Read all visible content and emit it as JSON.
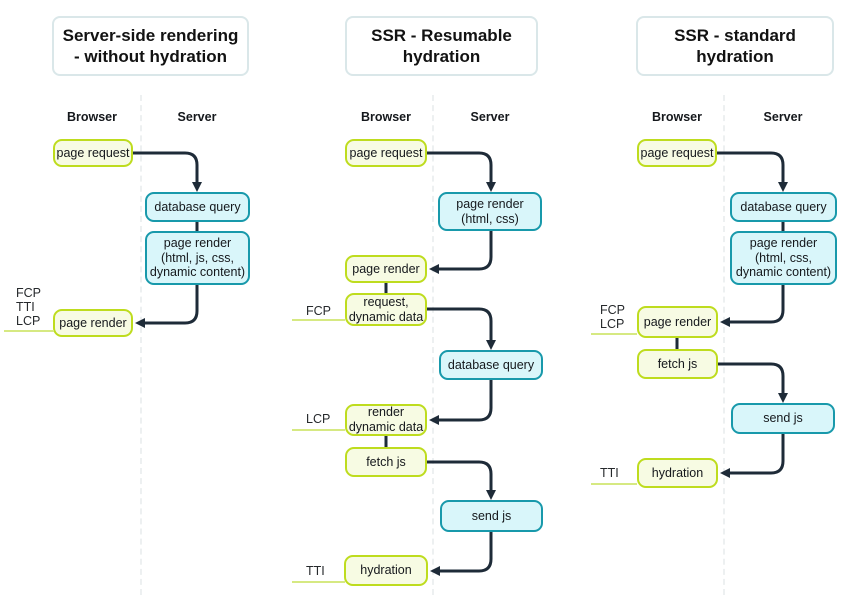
{
  "columns": [
    {
      "title": "Server-side rendering\n- without hydration",
      "lanes": {
        "browser": "Browser",
        "server": "Server"
      },
      "nodes": {
        "page_request": "page request",
        "database_query": "database query",
        "page_render_server": "page render\n(html, js, css,\ndynamic content)",
        "page_render_browser": "page render"
      },
      "metrics": {
        "fcp_tti_lcp": "FCP\nTTI\nLCP"
      }
    },
    {
      "title": "SSR - Resumable\nhydration",
      "lanes": {
        "browser": "Browser",
        "server": "Server"
      },
      "nodes": {
        "page_request": "page request",
        "page_render_server": "page render\n(html, css)",
        "page_render_browser": "page render",
        "request_dynamic_data": "request,\ndynamic data",
        "database_query": "database query",
        "render_dynamic_data": "render\ndynamic data",
        "fetch_js": "fetch js",
        "send_js": "send js",
        "hydration": "hydration"
      },
      "metrics": {
        "fcp": "FCP",
        "lcp": "LCP",
        "tti": "TTI"
      }
    },
    {
      "title": "SSR - standard\nhydration",
      "lanes": {
        "browser": "Browser",
        "server": "Server"
      },
      "nodes": {
        "page_request": "page request",
        "database_query": "database query",
        "page_render_server": "page render\n(html, css,\ndynamic content)",
        "page_render_browser": "page render",
        "fetch_js": "fetch js",
        "send_js": "send js",
        "hydration": "hydration"
      },
      "metrics": {
        "fcp_lcp": "FCP\nLCP",
        "tti": "TTI"
      }
    }
  ],
  "colors": {
    "browser_node_border": "#bedc1e",
    "browser_node_fill": "#f7fbe3",
    "server_node_border": "#1899ab",
    "server_node_fill": "#d9f6fa",
    "arrow": "#1e2b38",
    "metric_underline": "#d6e982",
    "title_border": "#dae7e9",
    "lane_divider": "#edf0f1"
  }
}
